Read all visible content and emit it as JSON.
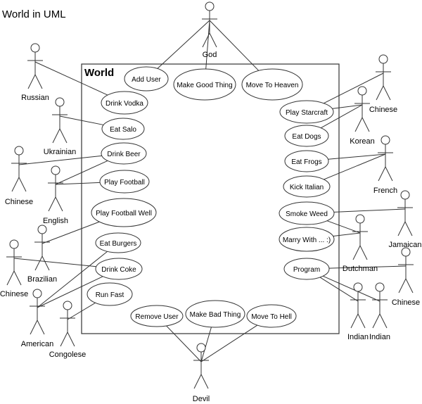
{
  "page_title": "World in UML",
  "system": {
    "label": "World"
  },
  "use_cases": [
    {
      "id": "add-user",
      "label": "Add User"
    },
    {
      "id": "make-good-thing",
      "label": "Make Good Thing"
    },
    {
      "id": "move-to-heaven",
      "label": "Move To Heaven"
    },
    {
      "id": "drink-vodka",
      "label": "Drink Vodka"
    },
    {
      "id": "eat-salo",
      "label": "Eat Salo"
    },
    {
      "id": "drink-beer",
      "label": "Drink Beer"
    },
    {
      "id": "play-football",
      "label": "Play Football"
    },
    {
      "id": "play-football-well",
      "label": "Play Football Well"
    },
    {
      "id": "eat-burgers",
      "label": "Eat Burgers"
    },
    {
      "id": "drink-coke",
      "label": "Drink Coke"
    },
    {
      "id": "run-fast",
      "label": "Run Fast"
    },
    {
      "id": "remove-user",
      "label": "Remove User"
    },
    {
      "id": "make-bad-thing",
      "label": "Make Bad Thing"
    },
    {
      "id": "move-to-hell",
      "label": "Move To Hell"
    },
    {
      "id": "play-starcraft",
      "label": "Play Starcraft"
    },
    {
      "id": "eat-dogs",
      "label": "Eat Dogs"
    },
    {
      "id": "eat-frogs",
      "label": "Eat Frogs"
    },
    {
      "id": "kick-italian",
      "label": "Kick Italian"
    },
    {
      "id": "smoke-weed",
      "label": "Smoke Weed"
    },
    {
      "id": "marry-with",
      "label": "Marry With ... :)"
    },
    {
      "id": "program",
      "label": "Program"
    }
  ],
  "actors": [
    {
      "id": "god",
      "label": "God"
    },
    {
      "id": "russian",
      "label": "Russian"
    },
    {
      "id": "ukrainian",
      "label": "Ukrainian"
    },
    {
      "id": "chinese-left",
      "label": "Chinese"
    },
    {
      "id": "english",
      "label": "English"
    },
    {
      "id": "brazilian",
      "label": "Brazilian"
    },
    {
      "id": "chinese-bottom-left",
      "label": "Chinese"
    },
    {
      "id": "american",
      "label": "American"
    },
    {
      "id": "congolese",
      "label": "Congolese"
    },
    {
      "id": "devil",
      "label": "Devil"
    },
    {
      "id": "chinese-top-right",
      "label": "Chinese"
    },
    {
      "id": "korean",
      "label": "Korean"
    },
    {
      "id": "french",
      "label": "French"
    },
    {
      "id": "jamaican",
      "label": "Jamaican"
    },
    {
      "id": "dutchman",
      "label": "Dutchman"
    },
    {
      "id": "chinese-right",
      "label": "Chinese"
    },
    {
      "id": "indian-1",
      "label": "Indian"
    },
    {
      "id": "indian-2",
      "label": "Indian"
    }
  ],
  "associations": [
    [
      "god",
      "add-user"
    ],
    [
      "god",
      "make-good-thing"
    ],
    [
      "god",
      "move-to-heaven"
    ],
    [
      "russian",
      "drink-vodka"
    ],
    [
      "ukrainian",
      "eat-salo"
    ],
    [
      "chinese-left",
      "drink-beer"
    ],
    [
      "english",
      "drink-beer"
    ],
    [
      "english",
      "play-football"
    ],
    [
      "brazilian",
      "play-football-well"
    ],
    [
      "chinese-bottom-left",
      "drink-coke"
    ],
    [
      "american",
      "eat-burgers"
    ],
    [
      "american",
      "drink-coke"
    ],
    [
      "congolese",
      "run-fast"
    ],
    [
      "devil",
      "remove-user"
    ],
    [
      "devil",
      "make-bad-thing"
    ],
    [
      "devil",
      "move-to-hell"
    ],
    [
      "chinese-top-right",
      "play-starcraft"
    ],
    [
      "korean",
      "play-starcraft"
    ],
    [
      "korean",
      "eat-dogs"
    ],
    [
      "french",
      "eat-frogs"
    ],
    [
      "french",
      "kick-italian"
    ],
    [
      "jamaican",
      "smoke-weed"
    ],
    [
      "dutchman",
      "smoke-weed"
    ],
    [
      "dutchman",
      "marry-with"
    ],
    [
      "chinese-right",
      "program"
    ],
    [
      "indian-1",
      "program"
    ],
    [
      "indian-2",
      "program"
    ]
  ]
}
